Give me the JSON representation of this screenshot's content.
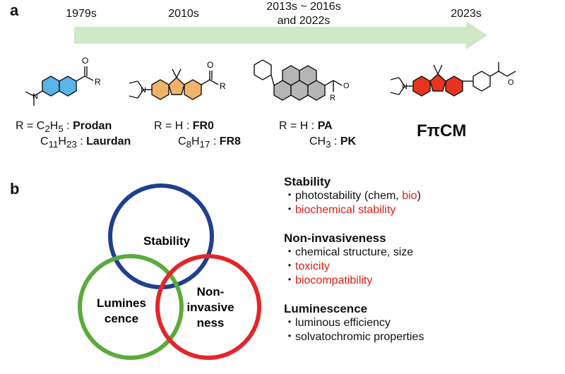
{
  "panel_a": {
    "label": "a",
    "years": [
      "1979s",
      "2010s",
      "2013s ~ 2016s",
      "and 2022s",
      "2023s"
    ],
    "arrow_color": "#cfe8c6"
  },
  "molecules": {
    "prodan": {
      "r_prefix": "R = C",
      "r_sub": "2",
      "r_mid": "H",
      "r_sub2": "5",
      "sep": " : ",
      "name": "Prodan",
      "color": "#5ab4e8"
    },
    "laurdan": {
      "r_prefix": "C",
      "r_sub": "11",
      "r_mid": "H",
      "r_sub2": "23",
      "sep": " : ",
      "name": "Laurdan"
    },
    "fr0": {
      "r": "R = H",
      "sep": " : ",
      "name": "FR0",
      "color": "#f0b36a"
    },
    "fr8": {
      "r_prefix": "C",
      "r_sub": "8",
      "r_mid": "H",
      "r_sub2": "17",
      "sep": " : ",
      "name": "FR8"
    },
    "pa": {
      "r": "R = H",
      "sep": " : ",
      "name": "PA",
      "color": "#b5b5b5"
    },
    "pk": {
      "r_prefix": "CH",
      "r_sub": "3",
      "sep": " : ",
      "name": "PK"
    },
    "fpcm": {
      "name": "FπCM",
      "color": "#e8341e"
    },
    "atom_o": "O",
    "atom_r": "R",
    "atom_n": "N"
  },
  "panel_b": {
    "label": "b",
    "venn": [
      {
        "name": "Stability",
        "color": "#1f3f8f"
      },
      {
        "name_lines": [
          "Lumines",
          "cence"
        ],
        "color": "#5aab3c"
      },
      {
        "name_lines": [
          "Non-",
          "invasive",
          "ness"
        ],
        "color": "#e3262a"
      }
    ]
  },
  "properties": [
    {
      "heading": "Stability",
      "items": [
        {
          "parts": [
            {
              "text": "photostability (chem, ",
              "red": false
            },
            {
              "text": "bio",
              "red": true
            },
            {
              "text": ")",
              "red": false
            }
          ]
        },
        {
          "parts": [
            {
              "text": "biochemical stability",
              "red": true
            }
          ]
        }
      ]
    },
    {
      "heading": "Non-invasiveness",
      "items": [
        {
          "parts": [
            {
              "text": "chemical structure, size",
              "red": false
            }
          ]
        },
        {
          "parts": [
            {
              "text": "toxicity",
              "red": true
            }
          ]
        },
        {
          "parts": [
            {
              "text": "biocompatibility",
              "red": true
            }
          ]
        }
      ]
    },
    {
      "heading": "Luminescence",
      "items": [
        {
          "parts": [
            {
              "text": "luminous efficiency",
              "red": false
            }
          ]
        },
        {
          "parts": [
            {
              "text": "solvatochromic properties",
              "red": false
            }
          ]
        }
      ]
    }
  ],
  "bullet": "・"
}
